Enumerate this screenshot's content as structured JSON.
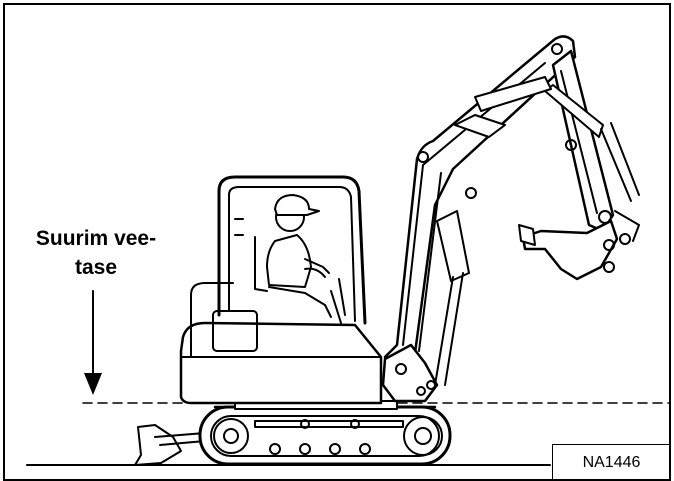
{
  "label": {
    "line1": "Suurim vee-",
    "line2": "tase"
  },
  "figure_code": "NA1446",
  "colors": {
    "line": "#000000",
    "background": "#ffffff"
  }
}
